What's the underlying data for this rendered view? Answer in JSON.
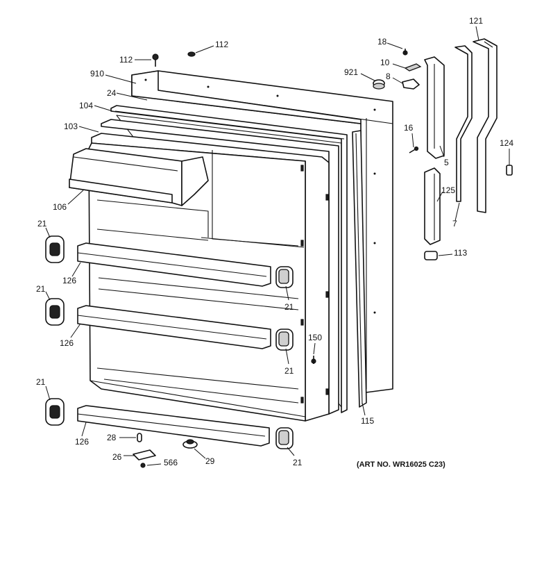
{
  "diagram": {
    "art_number": "(ART NO. WR16025 C23)",
    "callouts": [
      "112",
      "112",
      "910",
      "24",
      "104",
      "103",
      "106",
      "21",
      "126",
      "21",
      "126",
      "21",
      "126",
      "28",
      "26",
      "566",
      "29",
      "21",
      "115",
      "150",
      "21",
      "21",
      "18",
      "10",
      "921",
      "8",
      "16",
      "5",
      "121",
      "124",
      "125",
      "7",
      "113"
    ]
  }
}
